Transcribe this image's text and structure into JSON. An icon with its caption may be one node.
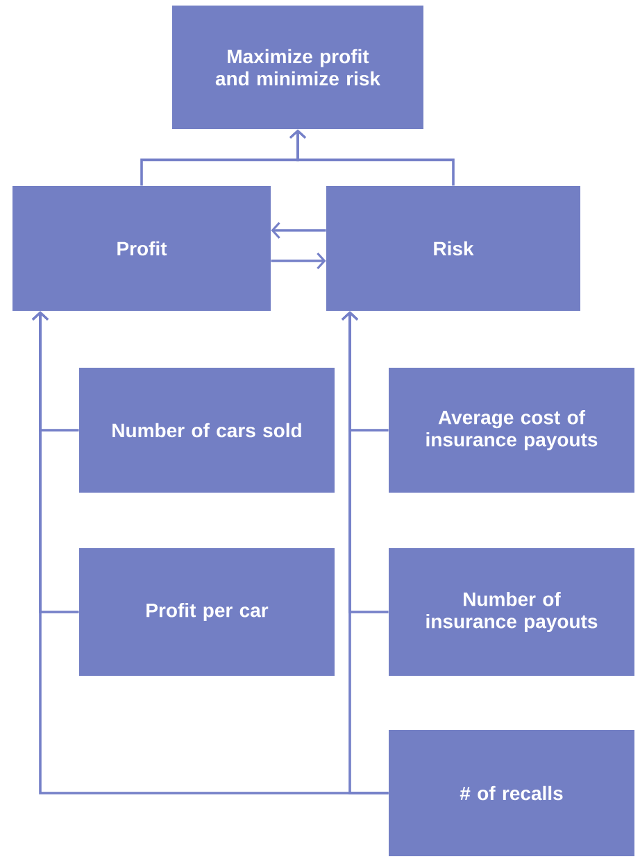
{
  "diagram": {
    "nodes": [
      {
        "text": [
          "Maximize profit and minimize risk"
        ]
      },
      {
        "text": [
          "Profit"
        ]
      },
      {
        "text": [
          "Risk"
        ]
      },
      {
        "text": [
          "Number of cars sold"
        ]
      },
      {
        "text": [
          "Average cost of insurance payouts"
        ]
      },
      {
        "text": [
          "Profit per car"
        ]
      },
      {
        "text": [
          "Number of insurance payouts"
        ]
      },
      {
        "text": [
          "# of recalls"
        ]
      }
    ],
    "edges": [
      {
        "from": 1,
        "to": 0,
        "arrow": "to"
      },
      {
        "from": 2,
        "to": 0,
        "arrow": "to"
      },
      {
        "from": 2,
        "to": 1,
        "arrow": "to"
      },
      {
        "from": 1,
        "to": 2,
        "arrow": "to"
      },
      {
        "from": 3,
        "to": 1,
        "arrow": "to"
      },
      {
        "from": 5,
        "to": 1,
        "arrow": "to"
      },
      {
        "from": 7,
        "to": 1,
        "arrow": "to"
      },
      {
        "from": 4,
        "to": 2,
        "arrow": "to"
      },
      {
        "from": 6,
        "to": 2,
        "arrow": "to"
      },
      {
        "from": 7,
        "to": 2,
        "arrow": "to"
      }
    ]
  }
}
